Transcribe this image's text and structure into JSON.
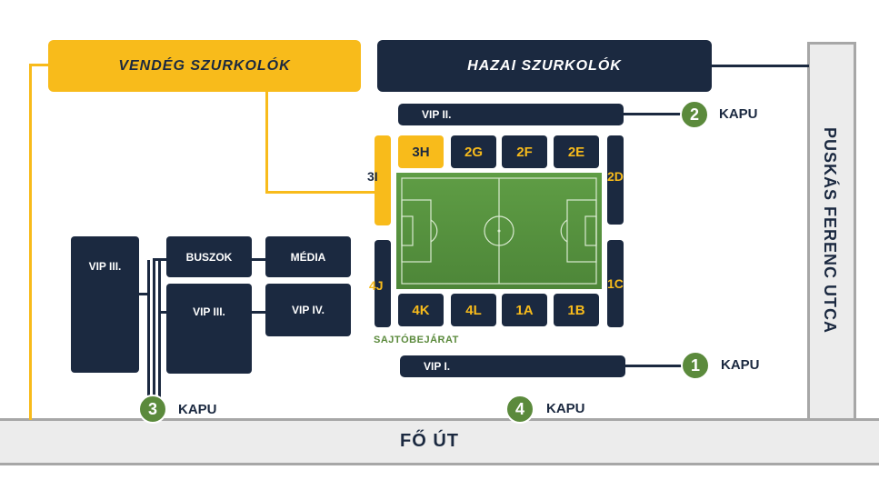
{
  "banners": {
    "away": "VENDÉG SZURKOLÓK",
    "home": "HAZAI SZURKOLÓK"
  },
  "vip": {
    "vip1": "VIP I.",
    "vip2": "VIP II.",
    "vip3_left": "VIP III.",
    "vip3_right": "VIP III.",
    "vip4": "VIP IV."
  },
  "buildings": {
    "bus": "BUSZOK",
    "media": "MÉDIA"
  },
  "sectors": {
    "top": [
      "3H",
      "2G",
      "2F",
      "2E"
    ],
    "bottom": [
      "4K",
      "4L",
      "1A",
      "1B"
    ],
    "left_top": "3I",
    "left_bottom": "4J",
    "right_top": "2D",
    "right_bottom": "1C"
  },
  "press_entrance": "SAJTÓBEJÁRAT",
  "gates": [
    {
      "number": "1",
      "label": "KAPU"
    },
    {
      "number": "2",
      "label": "KAPU"
    },
    {
      "number": "3",
      "label": "KAPU"
    },
    {
      "number": "4",
      "label": "KAPU"
    }
  ],
  "roads": {
    "main": "FŐ ÚT",
    "side": "PUSKÁS FERENC UTCA"
  },
  "colors": {
    "navy": "#1b2940",
    "yellow": "#f8bb1b",
    "green": "#5b8a3c",
    "road": "#ececec"
  }
}
